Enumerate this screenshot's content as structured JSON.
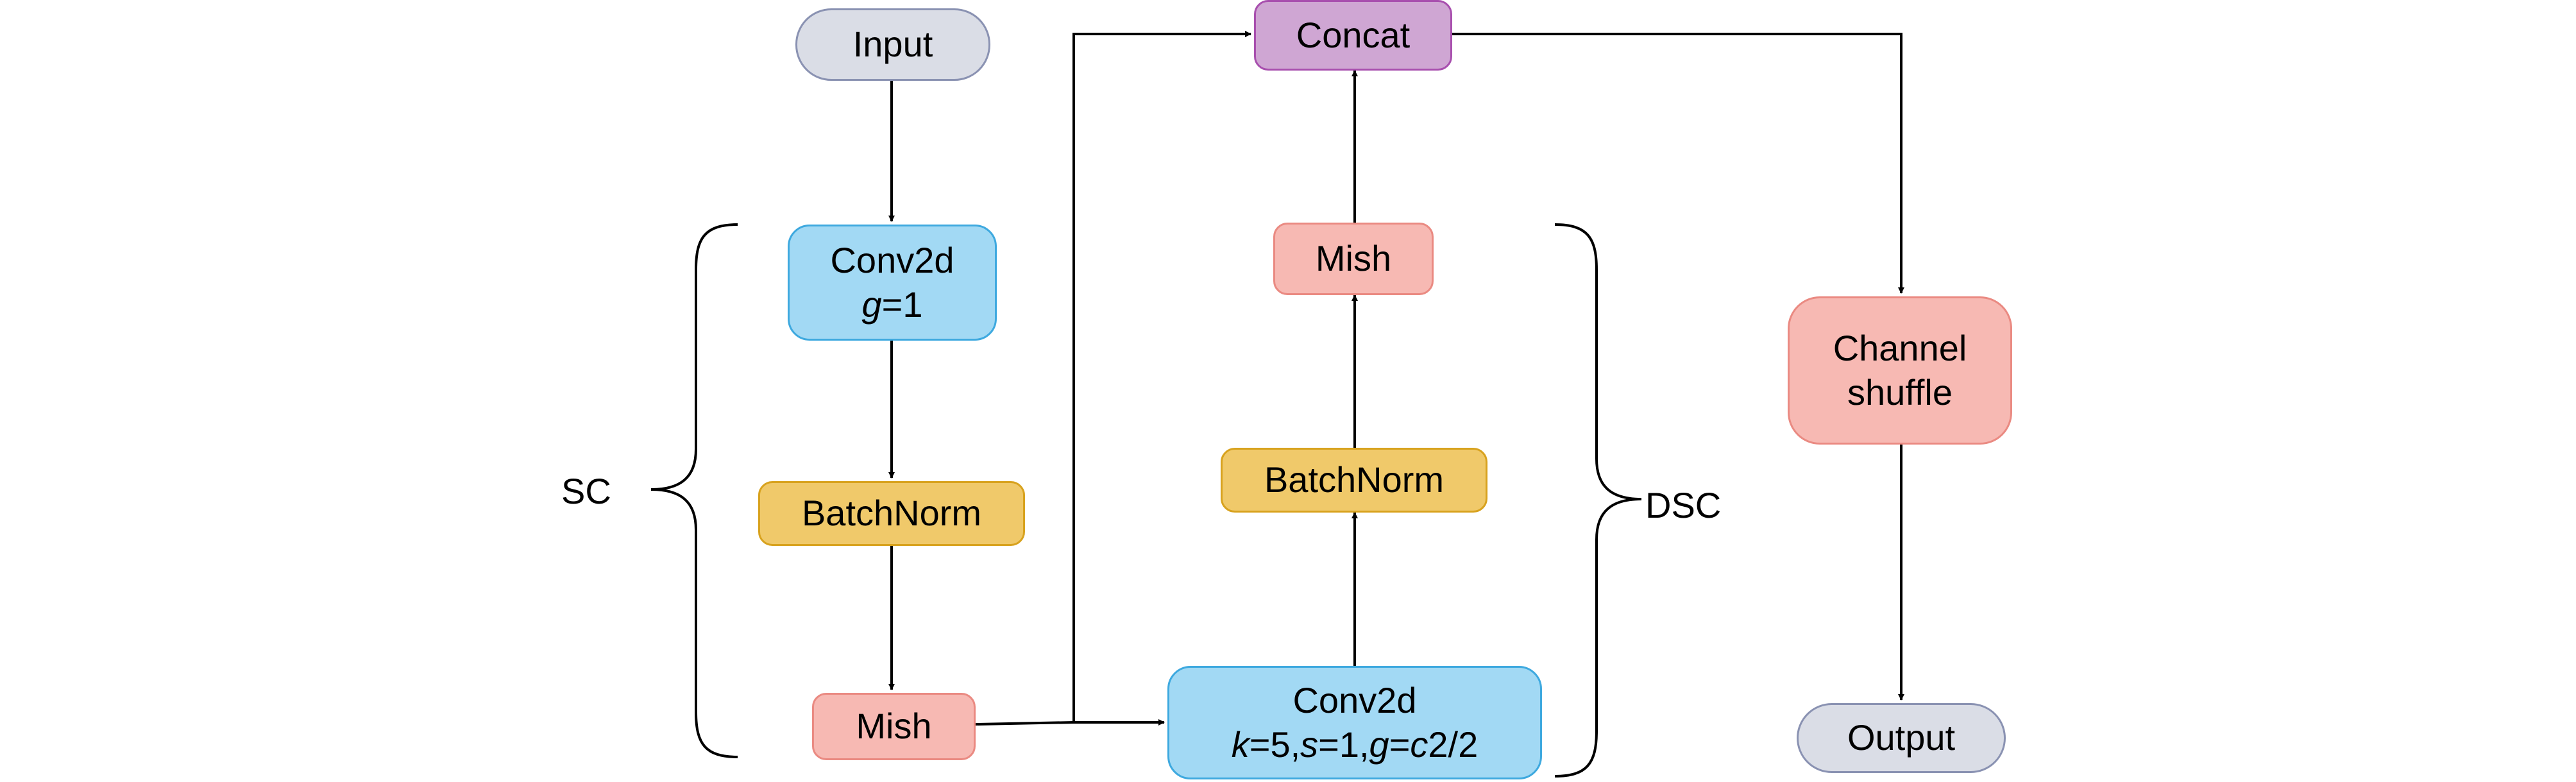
{
  "colors": {
    "io_fill": "#dadde6",
    "io_border": "#8a92b2",
    "conv_fill": "#a2d9f4",
    "conv_border": "#3ea9df",
    "norm_fill": "#f0c96a",
    "norm_border": "#d8a21e",
    "mish_fill": "#f7b9b3",
    "mish_border": "#ea8a82",
    "concat_fill": "#cfa6d3",
    "concat_border": "#a84fae",
    "line": "#000000"
  },
  "nodes": {
    "input": {
      "label": "Input"
    },
    "sc_conv": {
      "label": "Conv2d",
      "param": {
        "name": "g",
        "value": "=1"
      }
    },
    "sc_batchnorm": {
      "label": "BatchNorm"
    },
    "sc_mish": {
      "label": "Mish"
    },
    "dsc_conv": {
      "label": "Conv2d",
      "params": [
        {
          "name": "k",
          "value": "=5,"
        },
        {
          "name": "s",
          "value": "=1,"
        },
        {
          "name": "g",
          "value": "="
        },
        {
          "name": "c",
          "value": "2/2"
        }
      ]
    },
    "dsc_batchnorm": {
      "label": "BatchNorm"
    },
    "dsc_mish": {
      "label": "Mish"
    },
    "concat": {
      "label": "Concat"
    },
    "channel_shuffle": {
      "lines": [
        "Channel",
        "shuffle"
      ]
    },
    "output": {
      "label": "Output"
    }
  },
  "groups": {
    "sc": {
      "label": "SC"
    },
    "dsc": {
      "label": "DSC"
    }
  }
}
